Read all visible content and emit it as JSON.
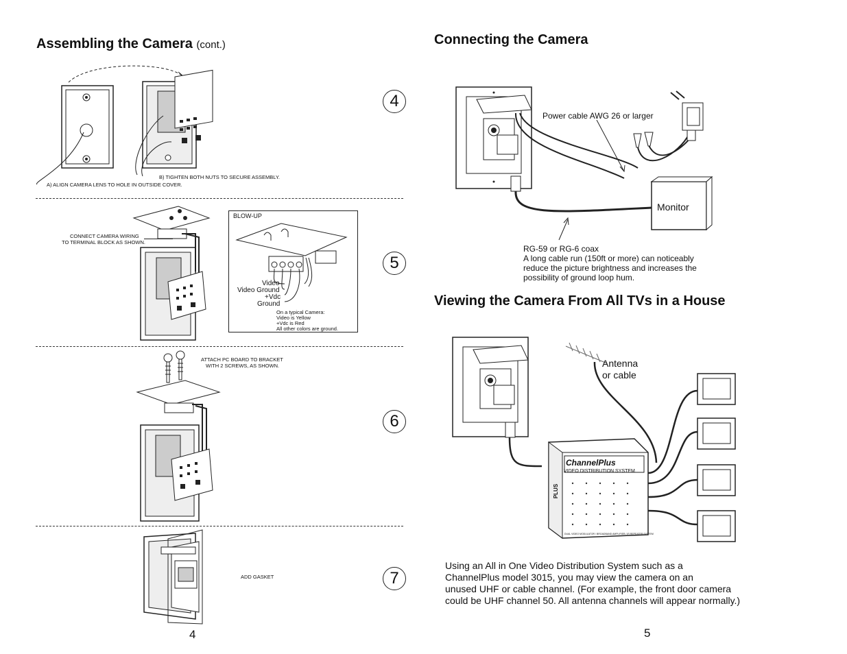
{
  "left_page": {
    "title": "Assembling the Camera",
    "title_suffix": "(cont.)",
    "step4": {
      "number": "4",
      "note_a": "A) ALIGN CAMERA LENS TO HOLE IN OUTSIDE COVER.",
      "note_b": "B) TIGHTEN BOTH NUTS TO SECURE ASSEMBLY."
    },
    "step5": {
      "number": "5",
      "note_line1": "CONNECT CAMERA WIRING",
      "note_line2": "TO TERMINAL  BLOCK AS SHOWN.",
      "blowup_title": "BLOW-UP",
      "wire_labels": [
        "Video",
        "Video Ground",
        "+Vdc",
        "Ground"
      ],
      "typical_lines": [
        "On a typical Camera:",
        "Video is Yellow",
        "+Vdc is Red",
        "All other colors are ground."
      ]
    },
    "step6": {
      "number": "6",
      "note_line1": "ATTACH PC BOARD TO BRACKET",
      "note_line2": "WITH 2 SCREWS, AS SHOWN."
    },
    "step7": {
      "number": "7",
      "note": "ADD GASKET"
    },
    "page_number": "4"
  },
  "right_page": {
    "connect_title": "Connecting the Camera",
    "power_label": "Power cable AWG 26 or larger",
    "monitor_label": "Monitor",
    "coax_lines": [
      "RG-59 or RG-6 coax",
      "A long cable run (150ft or more) can noticeably",
      "reduce the picture brightness and increases the",
      "possibility of ground loop hum."
    ],
    "view_title": "Viewing the Camera From All TVs in a House",
    "antenna_line1": "Antenna",
    "antenna_line2": "or cable",
    "device_brand": "ChannelPlus",
    "device_label": "VIDEO DISTRIBUTION SYSTEM",
    "device_footer": "DUAL VIDEO MODULATOR / BROADBAND AMPLIFIER / IR REPEATER SYSTEM",
    "device_side": "PLUS",
    "paragraph_lines": [
      "Using an All in One Video Distribution System such as a",
      "ChannelPlus model 3015, you may view the camera on an",
      "unused UHF or cable channel. (For example, the front door camera",
      "could be UHF channel 50. All antenna channels will appear normally.)"
    ],
    "page_number": "5"
  }
}
